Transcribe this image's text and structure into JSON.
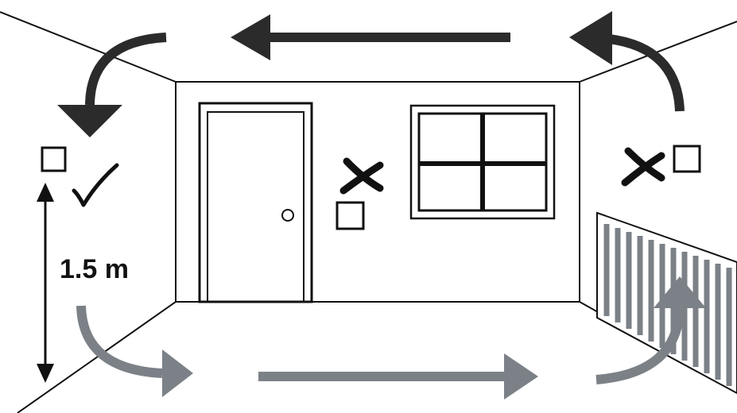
{
  "diagram": {
    "height_label": "1.5 m",
    "colors": {
      "line": "#111111",
      "warm_air": "#2b2b2b",
      "cold_air": "#7b8187",
      "background": "#ffffff"
    },
    "sensor_positions": [
      {
        "id": "left-wall",
        "status": "correct",
        "icon": "check-mark-icon"
      },
      {
        "id": "back-wall-next-to-door",
        "status": "incorrect",
        "icon": "cross-mark-icon"
      },
      {
        "id": "right-wall-above-radiator",
        "status": "incorrect",
        "icon": "cross-mark-icon"
      }
    ],
    "airflow": {
      "warm_air_flows": [
        "along-ceiling",
        "down-left-wall"
      ],
      "cold_air_flows": [
        "along-floor",
        "up-from-radiator"
      ]
    }
  }
}
